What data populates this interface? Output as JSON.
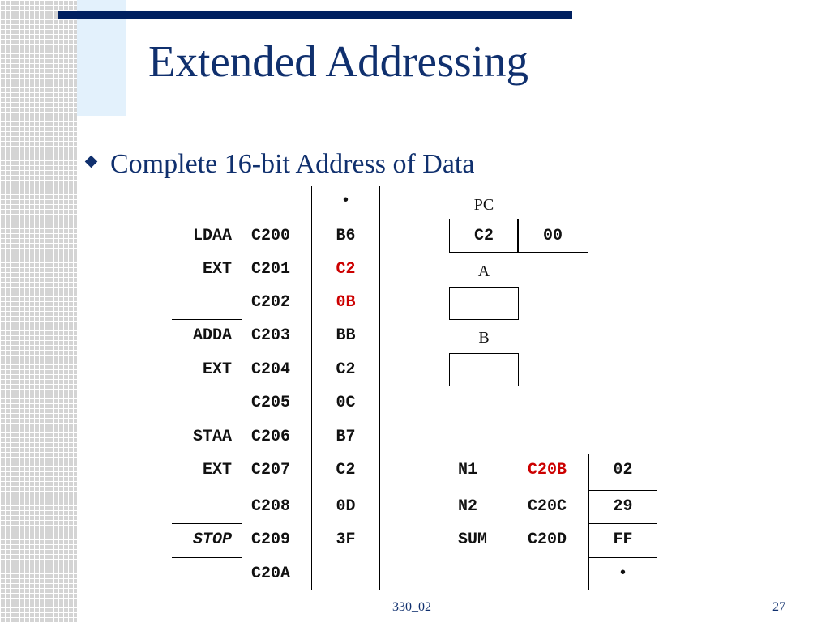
{
  "slide": {
    "title": "Extended Addressing",
    "bullet": "Complete 16-bit Address of Data",
    "footer_center": "330_02",
    "page_number": "27"
  },
  "memory": {
    "top_marker": "•",
    "rows": [
      {
        "label": "LDAA",
        "addr": "C200",
        "val": "B6"
      },
      {
        "label": "EXT",
        "addr": "C201",
        "val": "C2"
      },
      {
        "label": "",
        "addr": "C202",
        "val": "0B"
      },
      {
        "label": "ADDA",
        "addr": "C203",
        "val": "BB"
      },
      {
        "label": "EXT",
        "addr": "C204",
        "val": "C2"
      },
      {
        "label": "",
        "addr": "C205",
        "val": "0C"
      },
      {
        "label": "STAA",
        "addr": "C206",
        "val": "B7"
      },
      {
        "label": "EXT",
        "addr": "C207",
        "val": "C2"
      },
      {
        "label": "",
        "addr": "C208",
        "val": "0D"
      },
      {
        "label": "STOP",
        "addr": "C209",
        "val": "3F"
      },
      {
        "label": "",
        "addr": "C20A",
        "val": ""
      }
    ]
  },
  "registers": {
    "pc_label": "PC",
    "pc_high": "C2",
    "pc_low": "00",
    "a_label": "A",
    "a_value": "",
    "b_label": "B",
    "b_value": ""
  },
  "data_table": {
    "rows": [
      {
        "name": "N1",
        "addr": "C20B",
        "val": "02"
      },
      {
        "name": "N2",
        "addr": "C20C",
        "val": "29"
      },
      {
        "name": "SUM",
        "addr": "C20D",
        "val": "FF"
      }
    ],
    "bottom_marker": "•"
  },
  "colors": {
    "title": "#10306e",
    "highlight": "#cc0000",
    "rule": "#002060"
  }
}
